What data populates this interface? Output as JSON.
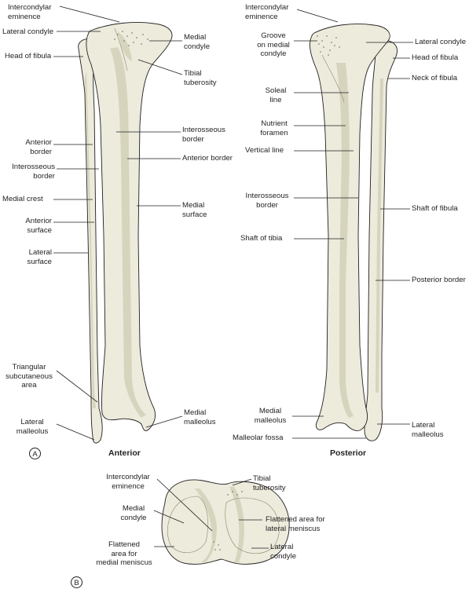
{
  "panels": {
    "a": {
      "badge": "A",
      "anterior_title": "Anterior",
      "posterior_title": "Posterior",
      "anterior_labels": {
        "intercondylar_eminence": "Intercondylar\neminence",
        "lateral_condyle": "Lateral condyle",
        "head_of_fibula": "Head of fibula",
        "medial_condyle": "Medial\ncondyle",
        "tibial_tuberosity": "Tibial\ntuberosity",
        "interosseous_border_tibia": "Interosseous\nborder",
        "anterior_border_tibia": "Anterior border",
        "anterior_border_fibula": "Anterior\nborder",
        "interosseous_border_fibula": "Interosseous\nborder",
        "medial_crest": "Medial crest",
        "anterior_surface": "Anterior\nsurface",
        "lateral_surface": "Lateral\nsurface",
        "medial_surface": "Medial\nsurface",
        "triangular_subcutaneous_area": "Triangular\nsubcutaneous\narea",
        "lateral_malleolus": "Lateral\nmalleolus",
        "medial_malleolus": "Medial\nmalleolus"
      },
      "posterior_labels": {
        "intercondylar_eminence": "Intercondylar\neminence",
        "groove_on_medial_condyle": "Groove\non medial\ncondyle",
        "lateral_condyle": "Lateral condyle",
        "head_of_fibula": "Head of fibula",
        "neck_of_fibula": "Neck of fibula",
        "soleal_line": "Soleal\nline",
        "nutrient_foramen": "Nutrient\nforamen",
        "vertical_line": "Vertical line",
        "interosseous_border": "Interosseous\nborder",
        "shaft_of_tibia": "Shaft of tibia",
        "shaft_of_fibula": "Shaft of fibula",
        "posterior_border": "Posterior border",
        "medial_malleolus": "Medial\nmalleolus",
        "malleolar_fossa": "Malleolar fossa",
        "lateral_malleolus": "Lateral\nmalleolus"
      }
    },
    "b": {
      "badge": "B",
      "labels": {
        "intercondylar_eminence": "Intercondylar\neminence",
        "tibial_tuberosity": "Tibial\ntuberosity",
        "medial_condyle": "Medial\ncondyle",
        "flattened_lateral": "Flattened area for\nlateral meniscus",
        "flattened_medial": "Flattened\narea for\nmedial meniscus",
        "lateral_condyle": "Lateral\ncondyle"
      }
    }
  }
}
